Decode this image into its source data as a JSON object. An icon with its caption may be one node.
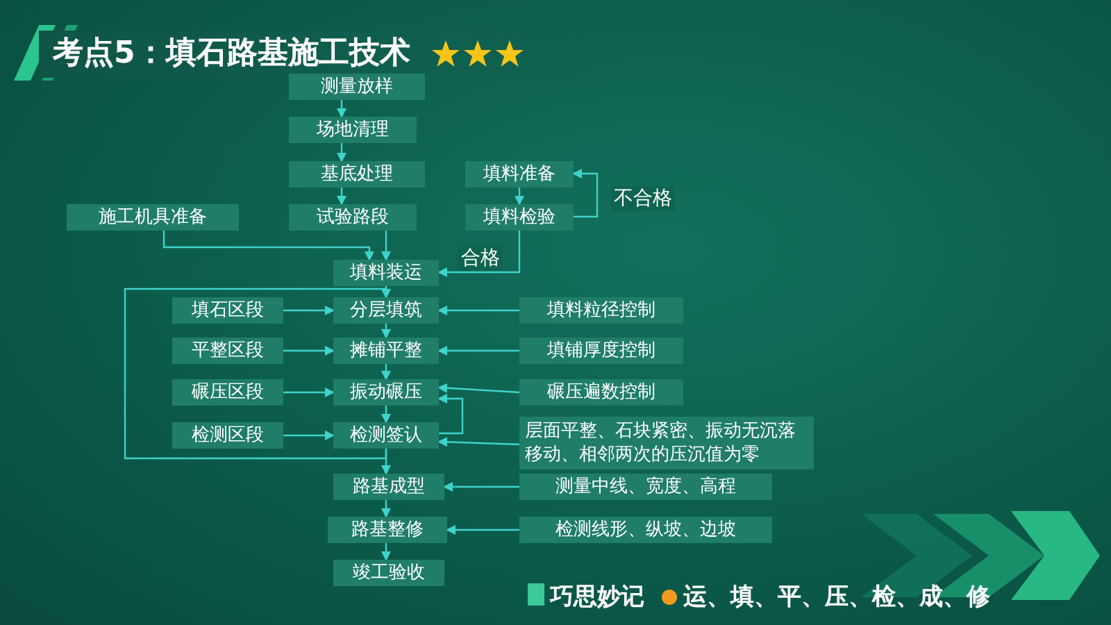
{
  "diagram": {
    "title": "考点5：填石路基施工技术",
    "nodes": [
      {
        "text": [
          "测量放样"
        ]
      },
      {
        "text": [
          "场地清理"
        ]
      },
      {
        "text": [
          "基底处理"
        ]
      },
      {
        "text": [
          "试验路段"
        ]
      },
      {
        "text": [
          "施工机具准备"
        ]
      },
      {
        "text": [
          "填料准备"
        ]
      },
      {
        "text": [
          "填料检验"
        ]
      },
      {
        "text": [
          "填料装运"
        ]
      },
      {
        "text": [
          "填石区段"
        ]
      },
      {
        "text": [
          "分层填筑"
        ]
      },
      {
        "text": [
          "填料粒径控制"
        ]
      },
      {
        "text": [
          "平整区段"
        ]
      },
      {
        "text": [
          "摊铺平整"
        ]
      },
      {
        "text": [
          "填铺厚度控制"
        ]
      },
      {
        "text": [
          "碾压区段"
        ]
      },
      {
        "text": [
          "振动碾压"
        ]
      },
      {
        "text": [
          "碾压遍数控制"
        ]
      },
      {
        "text": [
          "检测区段"
        ]
      },
      {
        "text": [
          "检测签认"
        ]
      },
      {
        "text": [
          "层面平整、石块紧密、振动无沉落移动、相邻两次的压沉值为零"
        ]
      },
      {
        "text": [
          "路基成型"
        ]
      },
      {
        "text": [
          "测量中线、宽度、高程"
        ]
      },
      {
        "text": [
          "路基整修"
        ]
      },
      {
        "text": [
          "检测线形、纵坡、边坡"
        ]
      },
      {
        "text": [
          "竣工验收"
        ]
      }
    ],
    "edges": [
      {
        "from": 0,
        "to": 1,
        "arrow": "to"
      },
      {
        "from": 1,
        "to": 2,
        "arrow": "to"
      },
      {
        "from": 2,
        "to": 3,
        "arrow": "to"
      },
      {
        "from": 3,
        "to": 7,
        "arrow": "to"
      },
      {
        "from": 4,
        "to": 7,
        "arrow": "to"
      },
      {
        "from": 5,
        "to": 6,
        "arrow": "to"
      },
      {
        "from": 6,
        "to": 5,
        "arrow": "to",
        "label": "不合格"
      },
      {
        "from": 6,
        "to": 7,
        "arrow": "to",
        "label": "合格"
      },
      {
        "from": 7,
        "to": 9,
        "arrow": "to"
      },
      {
        "from": 8,
        "to": 9,
        "arrow": "to"
      },
      {
        "from": 10,
        "to": 9,
        "arrow": "to"
      },
      {
        "from": 9,
        "to": 12,
        "arrow": "to"
      },
      {
        "from": 11,
        "to": 12,
        "arrow": "to"
      },
      {
        "from": 13,
        "to": 12,
        "arrow": "to"
      },
      {
        "from": 12,
        "to": 15,
        "arrow": "to"
      },
      {
        "from": 14,
        "to": 15,
        "arrow": "to"
      },
      {
        "from": 16,
        "to": 15,
        "arrow": "to"
      },
      {
        "from": 15,
        "to": 18,
        "arrow": "to"
      },
      {
        "from": 17,
        "to": 18,
        "arrow": "to"
      },
      {
        "from": 19,
        "to": 18,
        "arrow": "to"
      },
      {
        "from": 18,
        "to": 15,
        "arrow": "to"
      },
      {
        "from": 18,
        "to": 9,
        "arrow": "to"
      },
      {
        "from": 18,
        "to": 20,
        "arrow": "to"
      },
      {
        "from": 21,
        "to": 20,
        "arrow": "to"
      },
      {
        "from": 20,
        "to": 22,
        "arrow": "to"
      },
      {
        "from": 23,
        "to": 22,
        "arrow": "to"
      },
      {
        "from": 22,
        "to": 24,
        "arrow": "to"
      }
    ],
    "labels": [
      "巧思妙记",
      "运、填、平、压、检、成、修"
    ]
  }
}
